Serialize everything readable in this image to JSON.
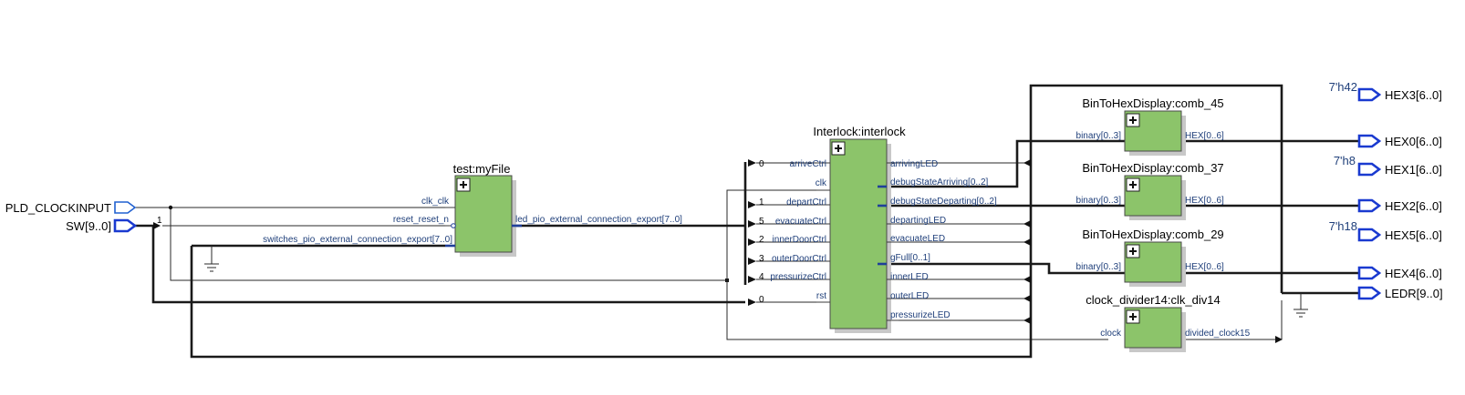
{
  "inputs": [
    {
      "label": "PLD_CLOCKINPUT"
    },
    {
      "label": "SW[9..0]"
    }
  ],
  "outputs": [
    {
      "label": "HEX3[6..0]",
      "const": "7'h42"
    },
    {
      "label": "HEX0[6..0]",
      "const": ""
    },
    {
      "label": "HEX1[6..0]",
      "const": "7'h8"
    },
    {
      "label": "HEX2[6..0]",
      "const": ""
    },
    {
      "label": "HEX5[6..0]",
      "const": "7'h18"
    },
    {
      "label": "HEX4[6..0]",
      "const": ""
    },
    {
      "label": "LEDR[9..0]",
      "const": ""
    }
  ],
  "sw_bit_label": "1",
  "modules": {
    "myfile": {
      "title": "test:myFile",
      "inputs": [
        "clk_clk",
        "reset_reset_n",
        "switches_pio_external_connection_export[7..0]"
      ],
      "outputs": [
        "led_pio_external_connection_export[7..0]"
      ]
    },
    "interlock": {
      "title": "Interlock:interlock",
      "inputs": [
        "arriveCtrl",
        "clk",
        "departCtrl",
        "evacuateCtrl",
        "innerDoorCtrl",
        "outerDoorCtrl",
        "pressurizeCtrl",
        "rst"
      ],
      "input_bits": [
        "0",
        "",
        "1",
        "5",
        "2",
        "3",
        "4",
        "0"
      ],
      "outputs": [
        "arrivingLED",
        "debugStateArriving[0..2]",
        "debugStateDeparting[0..2]",
        "departingLED",
        "evacuateLED",
        "gFull[0..1]",
        "innerLED",
        "outerLED",
        "pressurizeLED"
      ]
    },
    "comb45": {
      "title": "BinToHexDisplay:comb_45",
      "inputs": [
        "binary[0..3]"
      ],
      "outputs": [
        "HEX[0..6]"
      ]
    },
    "comb37": {
      "title": "BinToHexDisplay:comb_37",
      "inputs": [
        "binary[0..3]"
      ],
      "outputs": [
        "HEX[0..6]"
      ]
    },
    "comb29": {
      "title": "BinToHexDisplay:comb_29",
      "inputs": [
        "binary[0..3]"
      ],
      "outputs": [
        "HEX[0..6]"
      ]
    },
    "clkdiv": {
      "title": "clock_divider14:clk_div14",
      "inputs": [
        "clock"
      ],
      "outputs": [
        "divided_clock15"
      ]
    }
  }
}
